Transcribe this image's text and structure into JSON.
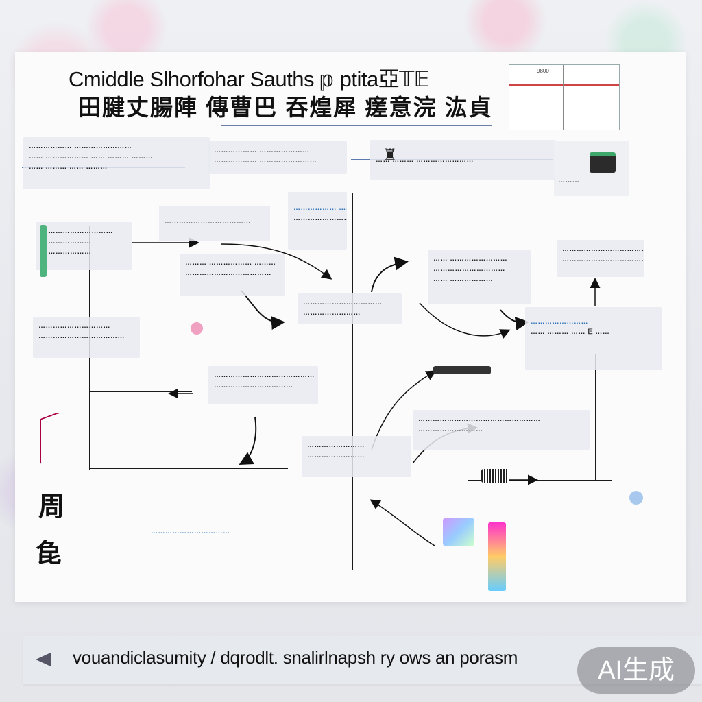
{
  "title": {
    "english": "Cmiddle Slhorfohar Sauths 𝕡 ptita亞𝕋𝔼",
    "chinese": "田腱丈腸陣 傳曹巴 吞煌犀 瘥意浣 汯貞"
  },
  "thumbnail": {
    "caption": "9800"
  },
  "cards": [
    {
      "id": "c1",
      "lines": [
        "……………… ……………………",
        "…… ……………… …… ……… ………",
        "…… ……… …… ………"
      ]
    },
    {
      "id": "c2",
      "lines": [
        "……………… …………………",
        "……………… ……………………"
      ]
    },
    {
      "id": "c3",
      "lines": [
        "…… ……… ……………………"
      ]
    },
    {
      "id": "c4",
      "lines": [
        "………"
      ]
    },
    {
      "id": "c5",
      "lines": [
        "…………………………",
        "…………………",
        "…………………"
      ]
    },
    {
      "id": "c6",
      "lines": [
        "………………………………"
      ]
    },
    {
      "id": "c7",
      "lines": [
        "……… ……………… ………",
        "………………………………"
      ]
    },
    {
      "id": "c8",
      "lines": [
        "……………… …………………",
        "………………………"
      ]
    },
    {
      "id": "c9",
      "lines": [
        "……………………………",
        "……………………"
      ]
    },
    {
      "id": "c10",
      "lines": [
        "…… ……………………",
        "…………………………",
        "…… ………………"
      ]
    },
    {
      "id": "c11",
      "lines": [
        "……………………",
        "…… ……… …… 𝔼 ……"
      ]
    },
    {
      "id": "c12",
      "lines": [
        "……………………………………",
        "……………………………………"
      ]
    },
    {
      "id": "c13",
      "lines": [
        "…………………………",
        "………………………………"
      ]
    },
    {
      "id": "c14",
      "lines": [
        "……………………………………",
        "……………………………"
      ]
    },
    {
      "id": "c15",
      "lines": [
        "……………………………………………",
        "………………………"
      ]
    },
    {
      "id": "c16",
      "lines": [
        "……………………",
        "……………………",
        "……………………"
      ]
    },
    {
      "id": "c17",
      "lines": [
        "……………………………"
      ]
    }
  ],
  "side_label": {
    "top": "周",
    "bottom": "㲋"
  },
  "footer": {
    "text": "vouandiclasumity / dqrodlt. snalirlnapsh ry ows an porasm"
  },
  "badge": {
    "text": "AI生成"
  }
}
